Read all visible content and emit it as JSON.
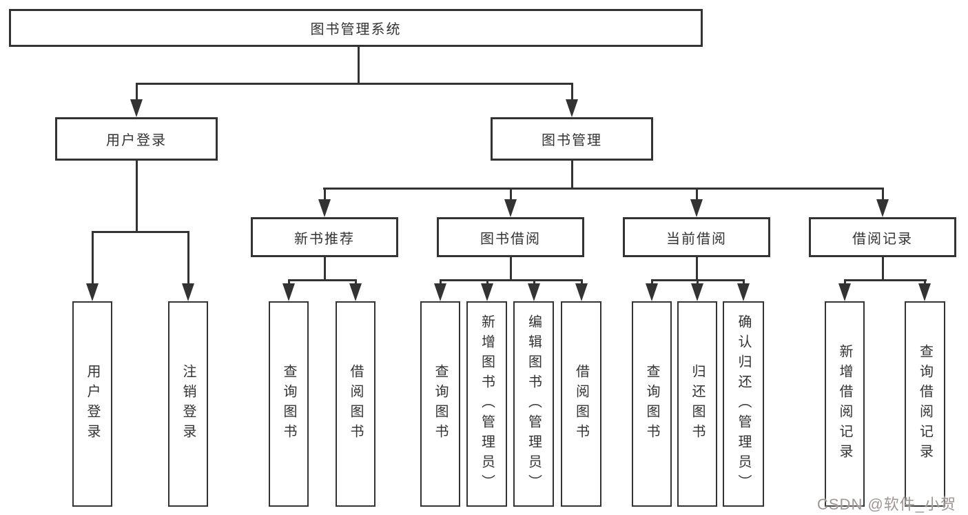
{
  "diagram": {
    "title": "图书管理系统",
    "nodes": {
      "root": "图书管理系统",
      "user_login": "用户登录",
      "book_mgmt": "图书管理",
      "new_book_rec": "新书推荐",
      "book_borrow": "图书借阅",
      "current_borrow": "当前借阅",
      "borrow_records": "借阅记录",
      "leaf_user_login": "用户登录",
      "leaf_logout": "注销登录",
      "leaf_nb_query": "查询图书",
      "leaf_nb_borrow": "借阅图书",
      "leaf_bb_query": "查询图书",
      "leaf_bb_add": "新增图书（管理员）",
      "leaf_bb_edit": "编辑图书（管理员）",
      "leaf_bb_borrow": "借阅图书",
      "leaf_cb_query": "查询图书",
      "leaf_cb_return": "归还图书",
      "leaf_cb_confirm": "确认归还（管理员）",
      "leaf_br_add": "新增借阅记录",
      "leaf_br_query": "查询借阅记录"
    },
    "hierarchy": {
      "图书管理系统": {
        "用户登录": [
          "用户登录",
          "注销登录"
        ],
        "图书管理": {
          "新书推荐": [
            "查询图书",
            "借阅图书"
          ],
          "图书借阅": [
            "查询图书",
            "新增图书（管理员）",
            "编辑图书（管理员）",
            "借阅图书"
          ],
          "当前借阅": [
            "查询图书",
            "归还图书",
            "确认归还（管理员）"
          ],
          "借阅记录": [
            "新增借阅记录",
            "查询借阅记录"
          ]
        }
      }
    }
  },
  "watermark": {
    "text": "CSDN @软件_小贺同学"
  },
  "colors": {
    "line": "#333333",
    "box_border": "#333333",
    "box_fill": "#ffffff",
    "text": "#333333",
    "watermark": "#9e9695",
    "background": "#ffffff"
  }
}
